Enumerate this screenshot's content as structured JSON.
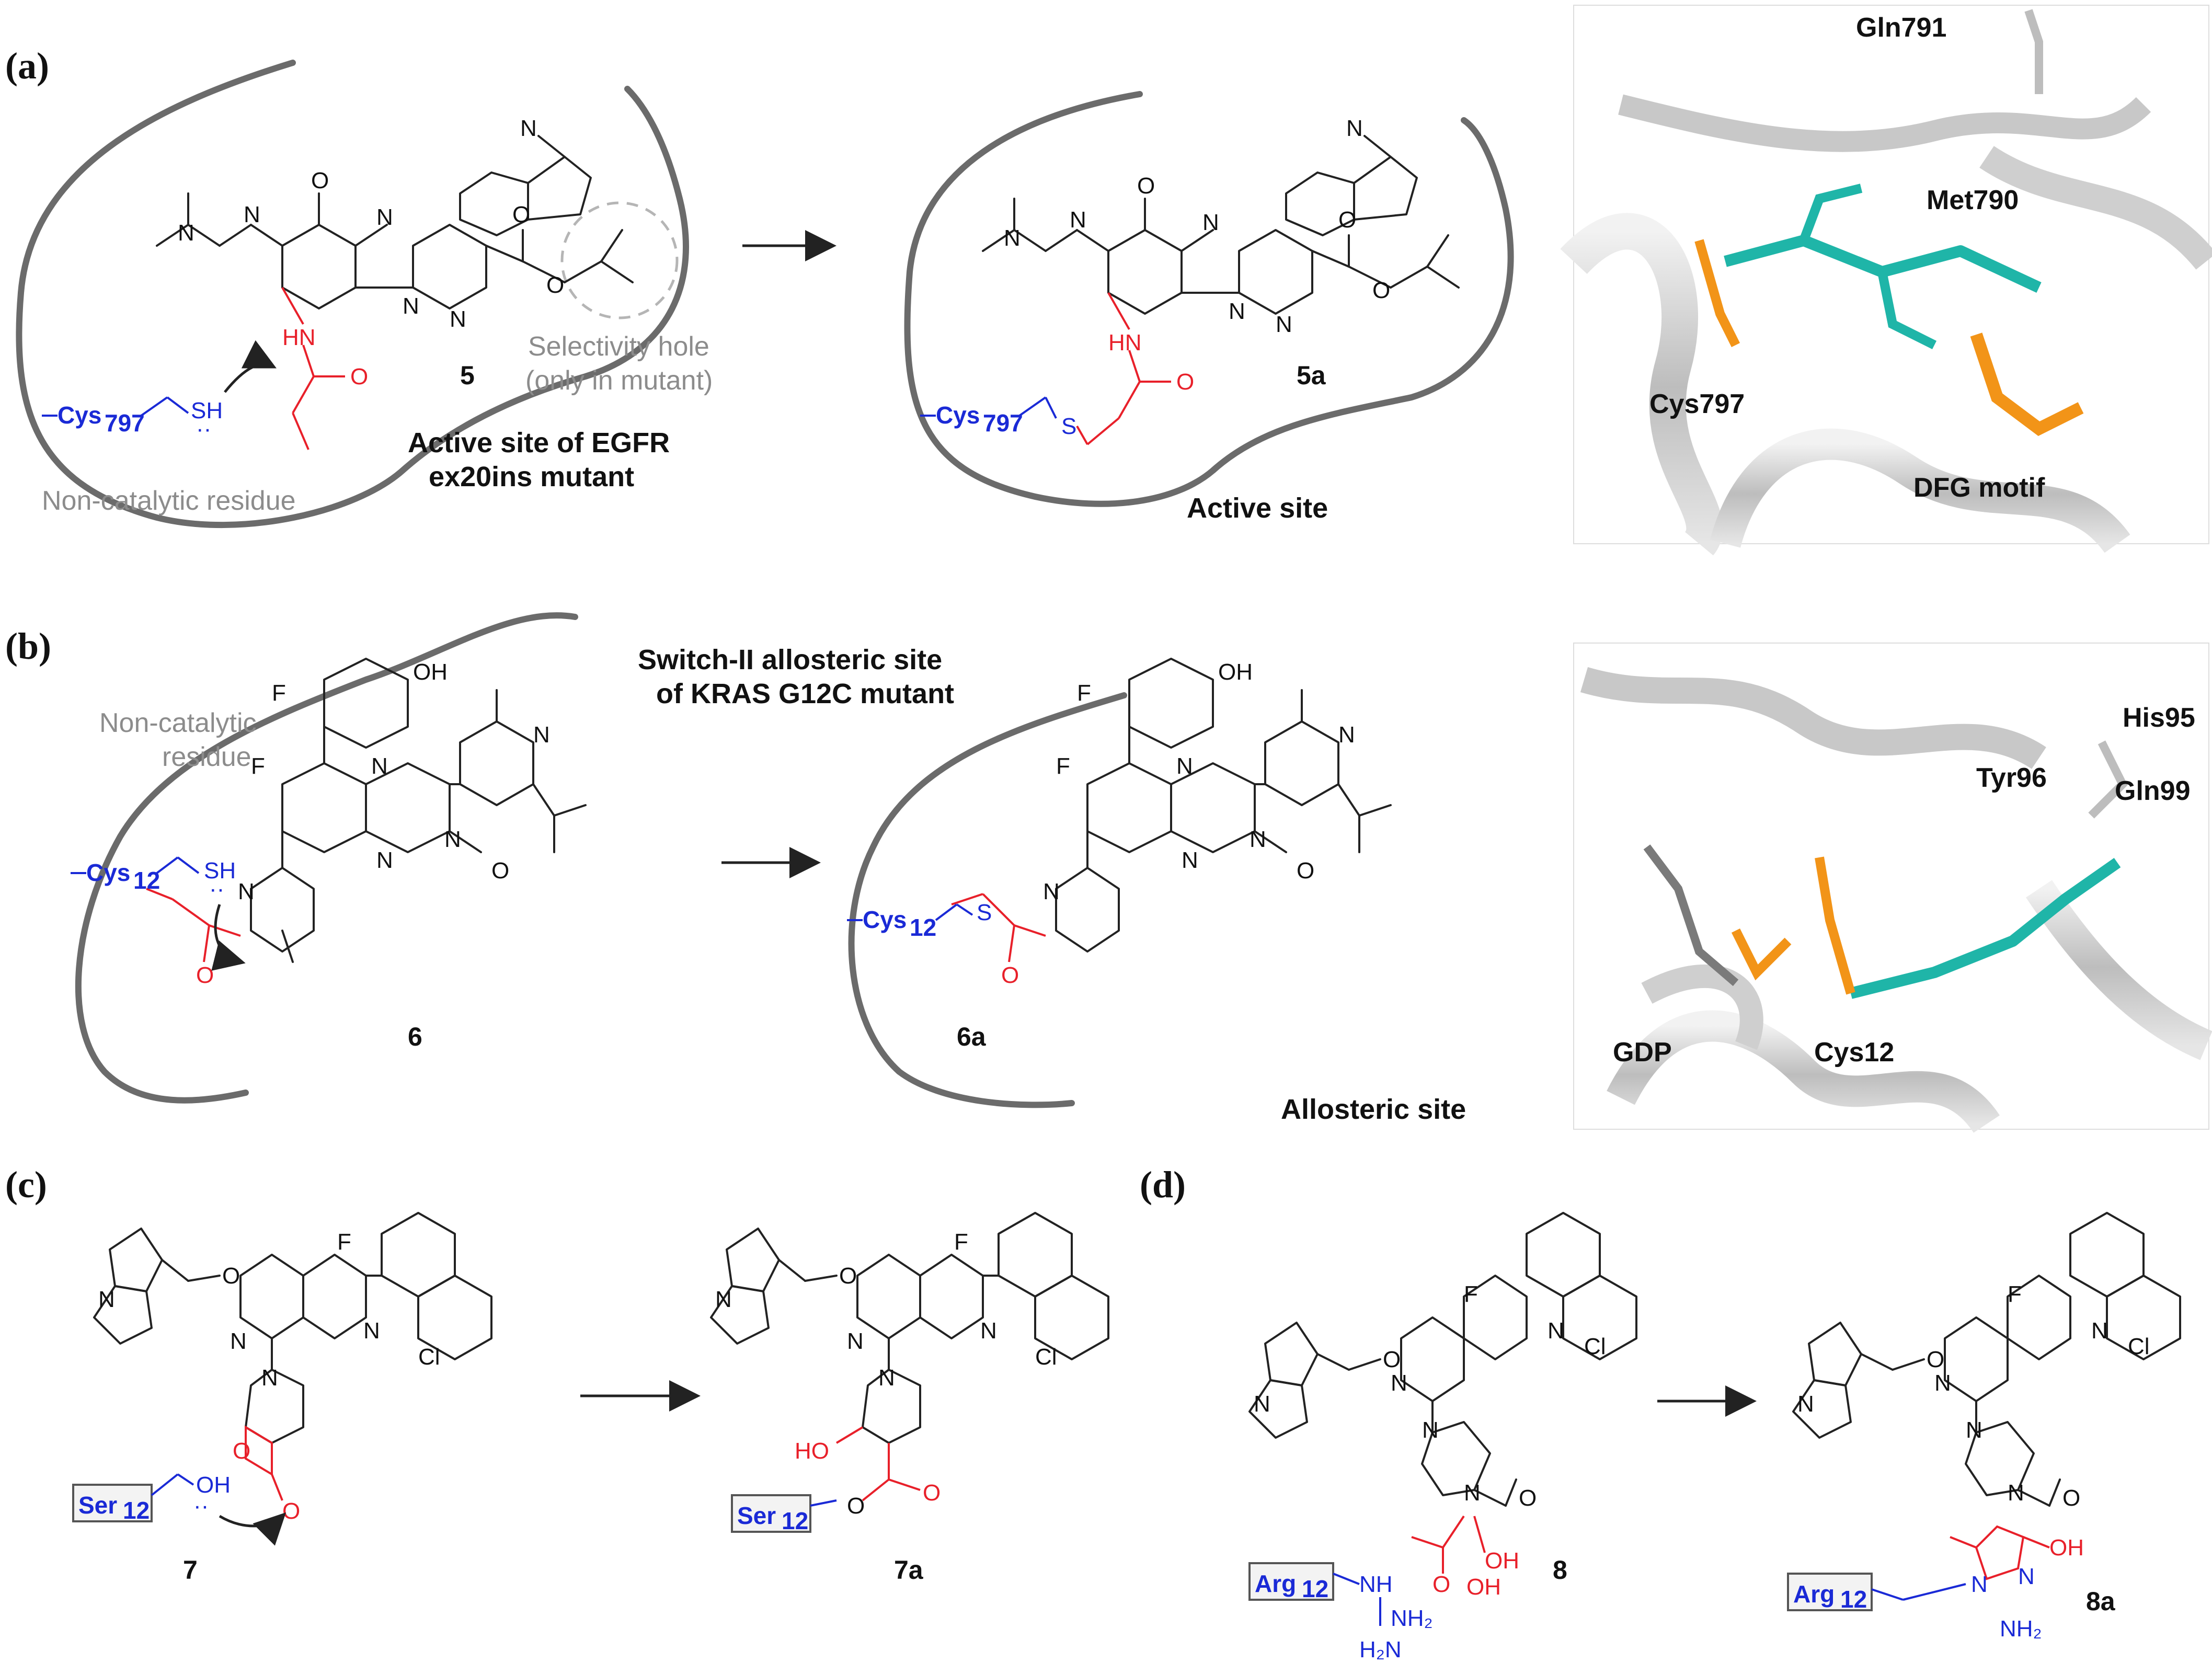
{
  "panels": {
    "a": {
      "label": "(a)",
      "compound_before": "5",
      "compound_after": "5a",
      "residue": "Cys",
      "residue_sub": "797",
      "thiol": "SH",
      "thioether": "S",
      "selectivity_note_1": "Selectivity hole",
      "selectivity_note_2": "(only in mutant)",
      "site_caption_1": "Active site of EGFR",
      "site_caption_2": "ex20ins  mutant",
      "residue_type": "Non-catalytic residue",
      "product_caption": "Active site",
      "structure_labels": [
        "Gln791",
        "Met790",
        "Cys797",
        "DFG motif"
      ]
    },
    "b": {
      "label": "(b)",
      "compound_before": "6",
      "compound_after": "6a",
      "residue": "Cys",
      "residue_sub": "12",
      "thiol": "SH",
      "thioether": "S",
      "site_caption_1": "Switch-II allosteric site",
      "site_caption_2": "of KRAS G12C mutant",
      "residue_type_1": "Non-catalytic",
      "residue_type_2": "residue",
      "product_caption": "Allosteric site",
      "structure_labels": [
        "His95",
        "Tyr96",
        "Gln99",
        "GDP",
        "Cys12"
      ]
    },
    "c": {
      "label": "(c)",
      "compound_before": "7",
      "compound_after": "7a",
      "residue": "Ser",
      "residue_sub": "12",
      "hydroxyl": "OH",
      "product_hydroxyl": "HO"
    },
    "d": {
      "label": "(d)",
      "compound_before": "8",
      "compound_after": "8a",
      "residue": "Arg",
      "residue_sub": "12",
      "ketone_oh": "OH",
      "product_oh": "OH"
    }
  },
  "colors": {
    "covalent_warhead": "#e8202a",
    "residue": "#1a2ad6",
    "pocket": "#6b6b6b",
    "ligand_carbon": "#1fb5a8",
    "motif": "#f29418"
  }
}
